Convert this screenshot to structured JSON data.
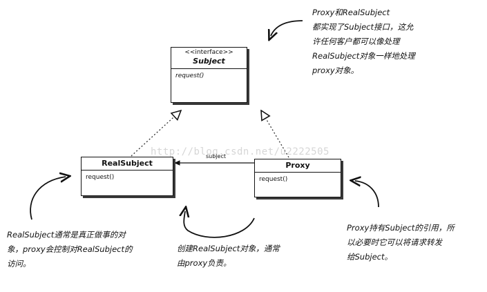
{
  "diagram": {
    "subject": {
      "stereotype": "<<interface>>",
      "name": "Subject",
      "method": "request()"
    },
    "real_subject": {
      "name": "RealSubject",
      "method": "request()"
    },
    "proxy": {
      "name": "Proxy",
      "method": "request()"
    },
    "association_label": "subject"
  },
  "annotations": {
    "top_right": "Proxy和RealSubject\n都实现了Subject接口，这允\n许任何客户都可以像处理\nRealSubject对象一样地处理\nproxy对象。",
    "left": "RealSubject通常是真正做事的对\n象，proxy会控制对RealSubject的\n访问。",
    "middle": "创建RealSubject对象，通常\n由proxy负责。",
    "right": "Proxy持有Subject的引用，所\n以必要时它可以将请求转发\n给Subject。"
  },
  "watermark": "http://blog.csdn.net/u2222505"
}
